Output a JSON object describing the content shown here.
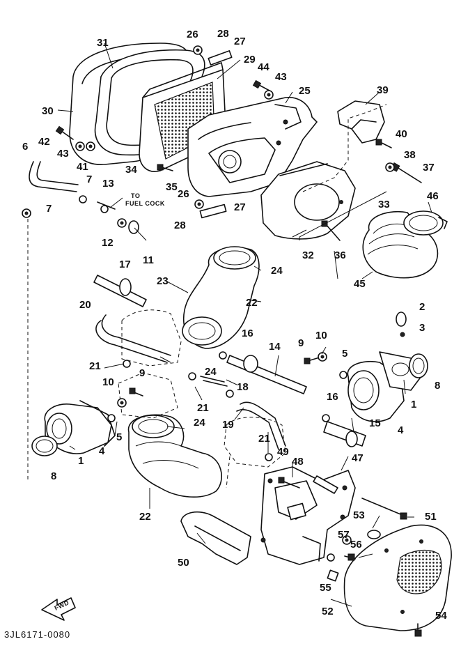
{
  "diagram_code": "3JL6171-0080",
  "fuel_cock_note": [
    "TO",
    "FUEL COCK"
  ],
  "direction_arrow_label": "FWD",
  "callouts": [
    "1",
    "2",
    "3",
    "4",
    "5",
    "6",
    "7",
    "8",
    "9",
    "10",
    "11",
    "12",
    "13",
    "14",
    "15",
    "16",
    "17",
    "18",
    "19",
    "20",
    "21",
    "22",
    "23",
    "24",
    "25",
    "26",
    "27",
    "28",
    "29",
    "30",
    "31",
    "32",
    "33",
    "34",
    "35",
    "36",
    "37",
    "38",
    "39",
    "40",
    "41",
    "42",
    "43",
    "44",
    "45",
    "46",
    "47",
    "48",
    "49",
    "50",
    "51",
    "52",
    "53",
    "54",
    "55",
    "56",
    "57"
  ],
  "colors": {
    "ink": "#111111",
    "paper": "#ffffff"
  }
}
